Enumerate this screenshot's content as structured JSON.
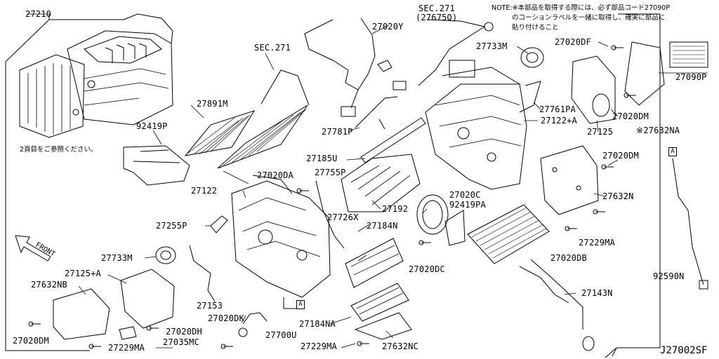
{
  "diagram": {
    "doc_id": "J27002SF",
    "front": "FRONT",
    "note_lines": [
      "NOTE:※本部品を取得する際には、必ず部品コード27090P",
      "のコーションラベルを一緒に取得し、確実に部品に",
      "貼り付けること"
    ],
    "page2_note": "2頁目をご参照ください。",
    "view_a": "A",
    "callouts": {
      "c27210": "27210",
      "sec271_a": "SEC.271",
      "sec271_b": "SEC.271",
      "sec271_b2": "(27675Q)",
      "c27020Y": "27020Y",
      "c27733M_top": "27733M",
      "c27020DF": "27020DF",
      "c27090P": "27090P",
      "c27891M": "27891M",
      "c92419P": "92419P",
      "c27781P": "27781P",
      "c27761PA": "27761PA",
      "c27122A": "27122+A",
      "c27020DM_top": "27020DM",
      "c27125": "27125",
      "c27632NA": "※27632NA",
      "c27185U": "27185U",
      "c27020DA": "27020DA",
      "c27755P": "27755P",
      "c27122": "27122",
      "c27192": "27192",
      "c27020C": "27020C",
      "c92419PA": "92419PA",
      "c27020DM_mid": "27020DM",
      "c27632N": "27632N",
      "c27255P": "27255P",
      "c27726X": "27726X",
      "c27184N": "27184N",
      "c27229MA_r": "27229MA",
      "c27020DB": "27020DB",
      "c27020DC": "27020DC",
      "c27733M_bot": "27733M",
      "c27125A": "27125+A",
      "c27632NB": "27632NB",
      "c27153": "27153",
      "c27020DK": "27020DK",
      "c27184NA": "27184NA",
      "c27143N": "27143N",
      "c92590N": "92590N",
      "c27020DH": "27020DH",
      "c27035MC": "27035MC",
      "c27700U": "27700U",
      "c27020DM_bot": "27020DM",
      "c27229MA_bot": "27229MA",
      "c27229MA_mid": "27229MA",
      "c27632NC": "27632NC"
    }
  }
}
